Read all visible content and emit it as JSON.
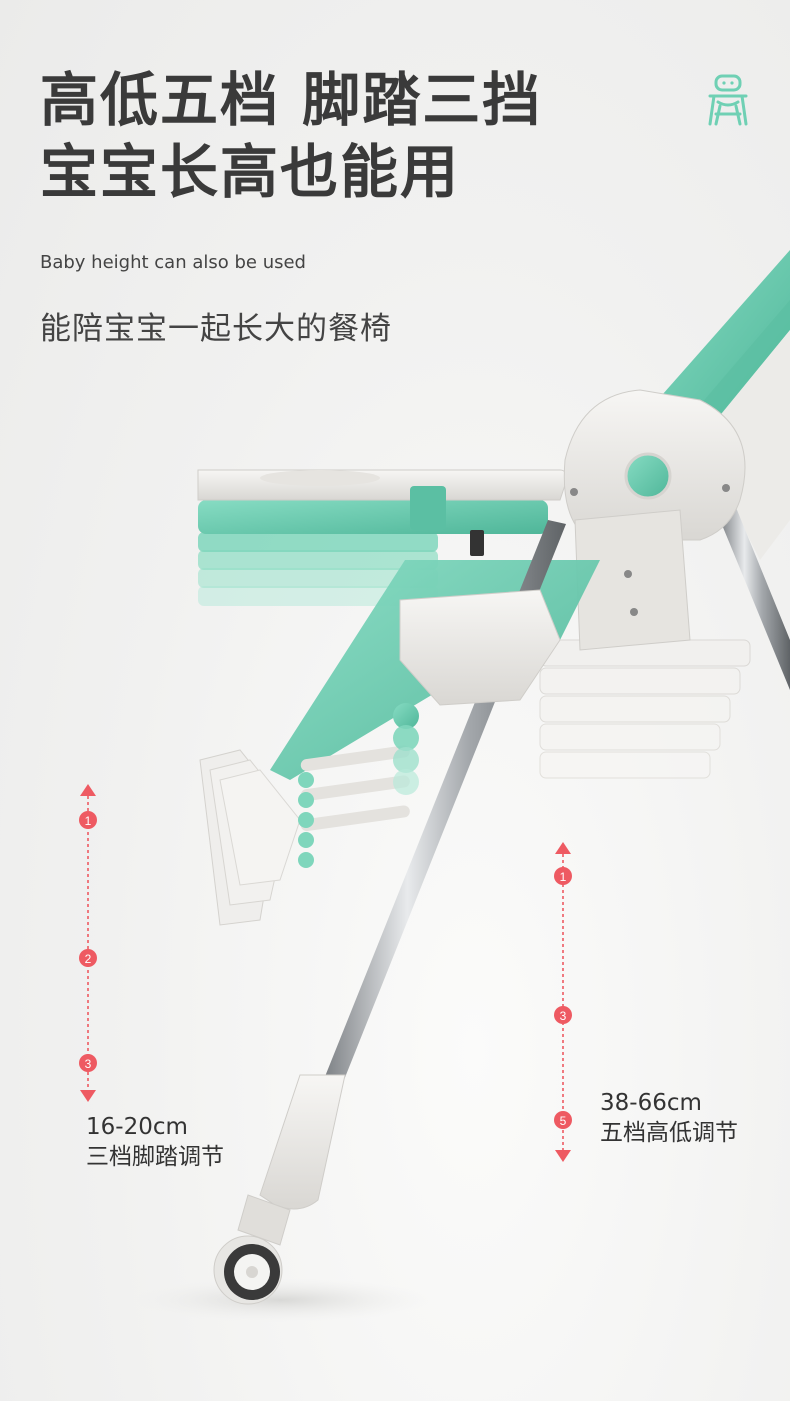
{
  "headline": {
    "line1": "高低五档 脚踏三挡",
    "line2": "宝宝长高也能用"
  },
  "subtitle_en": "Baby height can also be used",
  "subtitle_cn": "能陪宝宝一起长大的餐椅",
  "logo_icon": "high-chair-icon",
  "footrest_scale": {
    "markers": [
      "1",
      "2",
      "3"
    ],
    "range": "16-20cm",
    "label": "三档脚踏调节"
  },
  "seat_scale": {
    "markers": [
      "1",
      "3",
      "5"
    ],
    "range": "38-66cm",
    "label": "五档高低调节"
  },
  "colors": {
    "accent_mint": "#6fd0b4",
    "scale_red": "#ee5a62",
    "text_dark": "#3a3a3a"
  }
}
